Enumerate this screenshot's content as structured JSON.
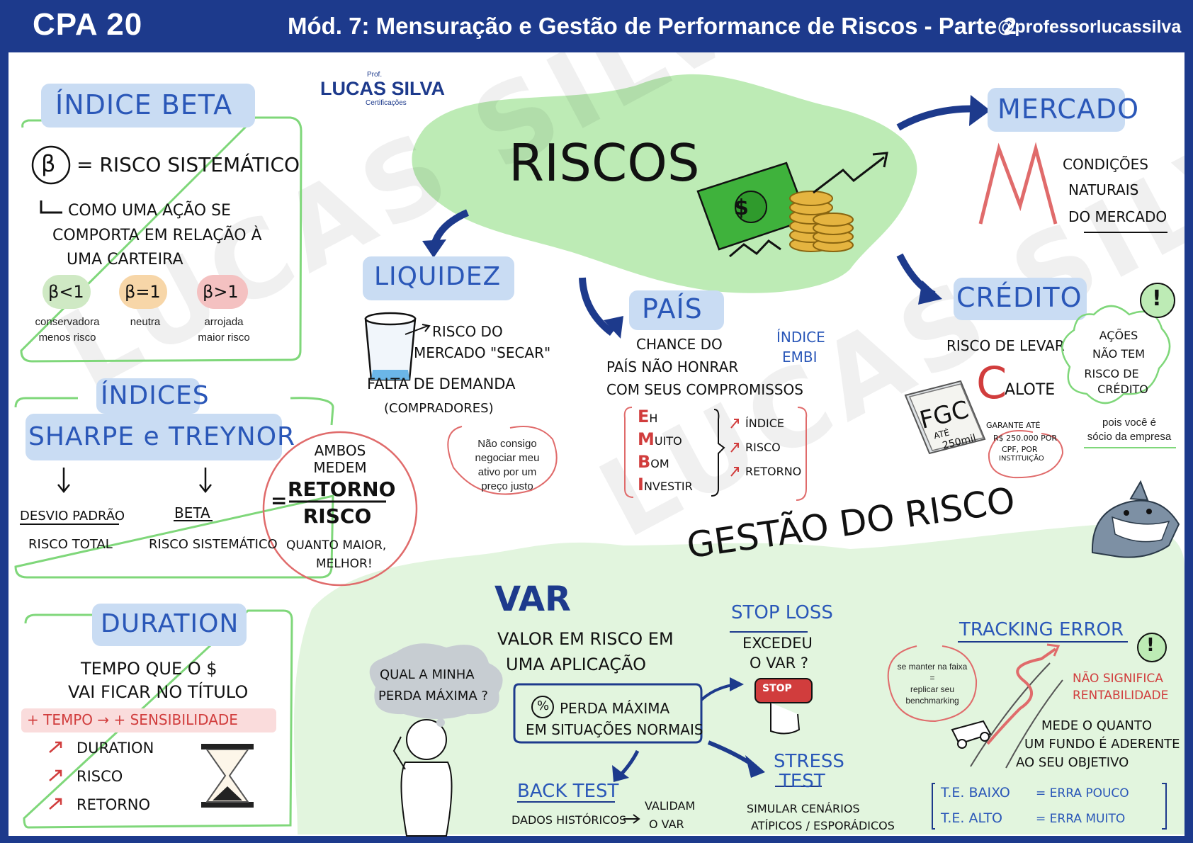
{
  "header": {
    "exam": "CPA 20",
    "module": "Mód. 7: Mensuração e Gestão de Performance de Riscos - Parte 2",
    "handle": "@professorlucassilva"
  },
  "logo": {
    "prefix": "Prof.",
    "name": "LUCAS SILVA",
    "sub": "Certificações"
  },
  "beta": {
    "title": "ÍNDICE BETA",
    "symbol": "β",
    "def": "= RISCO SISTEMÁTICO",
    "expl1": "COMO UMA AÇÃO SE",
    "expl2": "COMPORTA EM RELAÇÃO À",
    "expl3": "UMA CARTEIRA",
    "items": [
      {
        "sym": "β<1",
        "cap1": "conservadora",
        "cap2": "menos risco",
        "color": "#cfe9c4"
      },
      {
        "sym": "β=1",
        "cap1": "neutra",
        "cap2": "",
        "color": "#f7d6a8"
      },
      {
        "sym": "β>1",
        "cap1": "arrojada",
        "cap2": "maior risco",
        "color": "#f4c1c1"
      }
    ]
  },
  "sharpe": {
    "title1": "ÍNDICES",
    "title2": "SHARPE e TREYNOR",
    "left_top": "DESVIO PADRÃO",
    "left_bot": "RISCO TOTAL",
    "right_top": "BETA",
    "right_bot": "RISCO SISTEMÁTICO",
    "both1": "AMBOS",
    "both2": "MEDEM",
    "num": "RETORNO",
    "den": "RISCO",
    "eq": "=",
    "more1": "QUANTO MAIOR,",
    "more2": "MELHOR!"
  },
  "duration": {
    "title": "DURATION",
    "l1": "TEMPO QUE O $",
    "l2": "VAI FICAR NO TÍTULO",
    "rule": "+ TEMPO → + SENSIBILIDADE",
    "a1": "DURATION",
    "a2": "RISCO",
    "a3": "RETORNO"
  },
  "riscos": {
    "title": "RISCOS",
    "money": "$"
  },
  "liquidez": {
    "title": "LIQUIDEZ",
    "r1": "RISCO DO",
    "r2": "MERCADO \"SECAR\"",
    "f1": "FALTA DE DEMANDA",
    "f2": "(COMPRADORES)",
    "n1": "Não consigo",
    "n2": "negociar meu",
    "n3": "ativo por um",
    "n4": "preço justo"
  },
  "pais": {
    "title": "PAÍS",
    "c1": "CHANCE DO",
    "c2": "PAÍS NÃO HONRAR",
    "c3": "COM SEUS COMPROMISSOS",
    "embi1": "ÍNDICE",
    "embi2": "EMBI",
    "acr": [
      {
        "L": "E",
        "rest": "H"
      },
      {
        "L": "M",
        "rest": "UITO"
      },
      {
        "L": "B",
        "rest": "OM"
      },
      {
        "L": "I",
        "rest": "NVESTIR"
      }
    ],
    "up1": "ÍNDICE",
    "up2": "RISCO",
    "up3": "RETORNO"
  },
  "mercado": {
    "title": "MERCADO",
    "d1": "CONDIÇÕES",
    "d2": "NATURAIS",
    "d3": "DO MERCADO"
  },
  "credito": {
    "title": "CRÉDITO",
    "l1": "RISCO DE LEVAR",
    "big": "C",
    "l2": "ALOTE",
    "fgc": "FGC",
    "fgc_ate": "ATÉ",
    "fgc_val": "250mil",
    "g1": "GARANTE ATÉ",
    "g2": "R$ 250.000 POR",
    "g3": "CPF, POR",
    "g4": "INSTITUIÇÃO",
    "ac1": "AÇÕES",
    "ac2": "NÃO TEM",
    "ac3": "RISCO DE",
    "ac4": "CRÉDITO",
    "pv1": "pois você é",
    "pv2": "sócio da empresa",
    "excl": "!"
  },
  "gestao": {
    "title": "GESTÃO DO RISCO"
  },
  "var": {
    "title": "VAR",
    "v1": "VALOR EM RISCO EM",
    "v2": "UMA APLICAÇÃO",
    "q1": "QUAL A MINHA",
    "q2": "PERDA MÁXIMA ?",
    "pct": "%",
    "p1": "PERDA MÁXIMA",
    "p2": "EM SITUAÇÕES NORMAIS"
  },
  "stoploss": {
    "title": "STOP LOSS",
    "e1": "EXCEDEU",
    "e2": "O VAR ?",
    "btn": "STOP"
  },
  "backtest": {
    "title": "BACK TEST",
    "d": "DADOS HISTÓRICOS",
    "v1": "VALIDAM",
    "v2": "O VAR"
  },
  "stress": {
    "title1": "STRESS",
    "title2": "TEST",
    "s1": "SIMULAR CENÁRIOS",
    "s2": "ATÍPICOS / ESPORÁDICOS"
  },
  "tracking": {
    "title": "TRACKING ERROR",
    "b1": "se manter na faixa",
    "b2": "=",
    "b3": "replicar seu",
    "b4": "benchmarking",
    "n1": "NÃO SIGNIFICA",
    "n2": "RENTABILIDADE",
    "m1": "MEDE O QUANTO",
    "m2": "UM FUNDO É ADERENTE",
    "m3": "AO SEU OBJETIVO",
    "t1a": "T.E. BAIXO",
    "t1b": "= ERRA POUCO",
    "t2a": "T.E. ALTO",
    "t2b": "= ERRA MUITO",
    "excl": "!"
  },
  "watermark": "LUCAS SILVA"
}
